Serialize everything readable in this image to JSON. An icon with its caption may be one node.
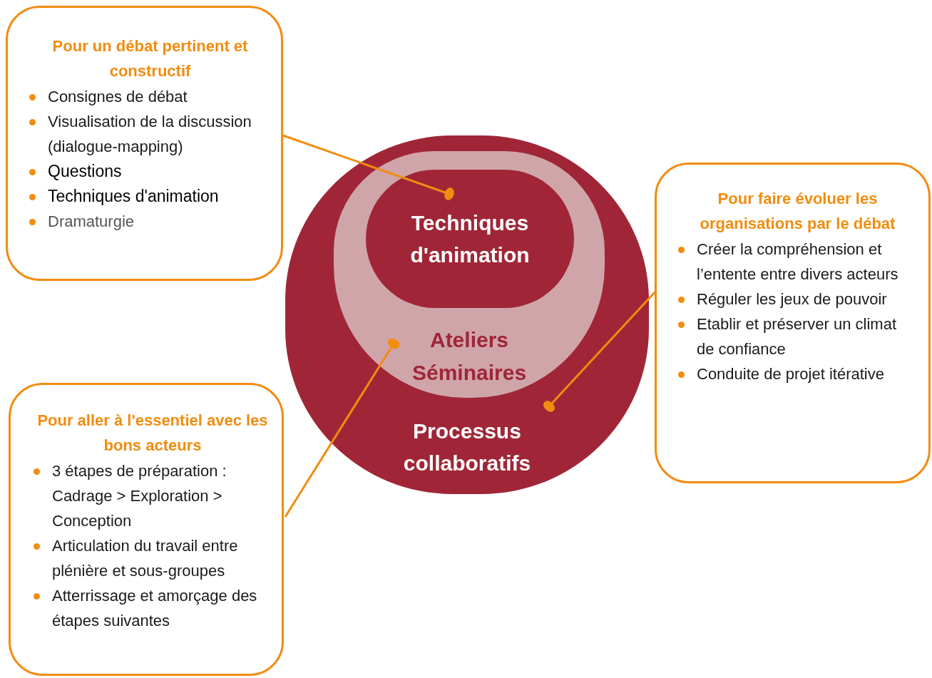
{
  "diagram": {
    "nodes": [
      {
        "text": [
          "Processus collaboratifs"
        ]
      },
      {
        "text": [
          "Ateliers Séminaires"
        ],
        "in": 0
      },
      {
        "text": [
          "Techniques d'animation"
        ],
        "in": 1
      },
      {
        "text": [
          "Pour un débat pertinent et constructif",
          "Consignes de débat",
          "Visualisation de la discussion (dialogue-mapping)",
          "Questions",
          "Techniques d'animation",
          "Dramaturgie"
        ]
      },
      {
        "text": [
          "Pour faire évoluer les organisations par le débat",
          "Créer la compréhension et l’entente entre divers acteurs",
          "Réguler les jeux de pouvoir",
          "Etablir et préserver un climat de confiance",
          "Conduite de projet itérative"
        ]
      },
      {
        "text": [
          "Pour aller à l'essentiel avec les bons acteurs",
          "3 étapes de préparation : Cadrage > Exploration > Conception",
          "Articulation du travail entre plénière et sous-groupes",
          "Atterrissage et amorçage des étapes suivantes"
        ]
      }
    ],
    "edges": [
      {
        "from": 3,
        "to": 2,
        "arrow": "other"
      },
      {
        "from": 5,
        "to": 1,
        "arrow": "other"
      },
      {
        "from": 4,
        "to": 0,
        "arrow": "other"
      }
    ]
  }
}
